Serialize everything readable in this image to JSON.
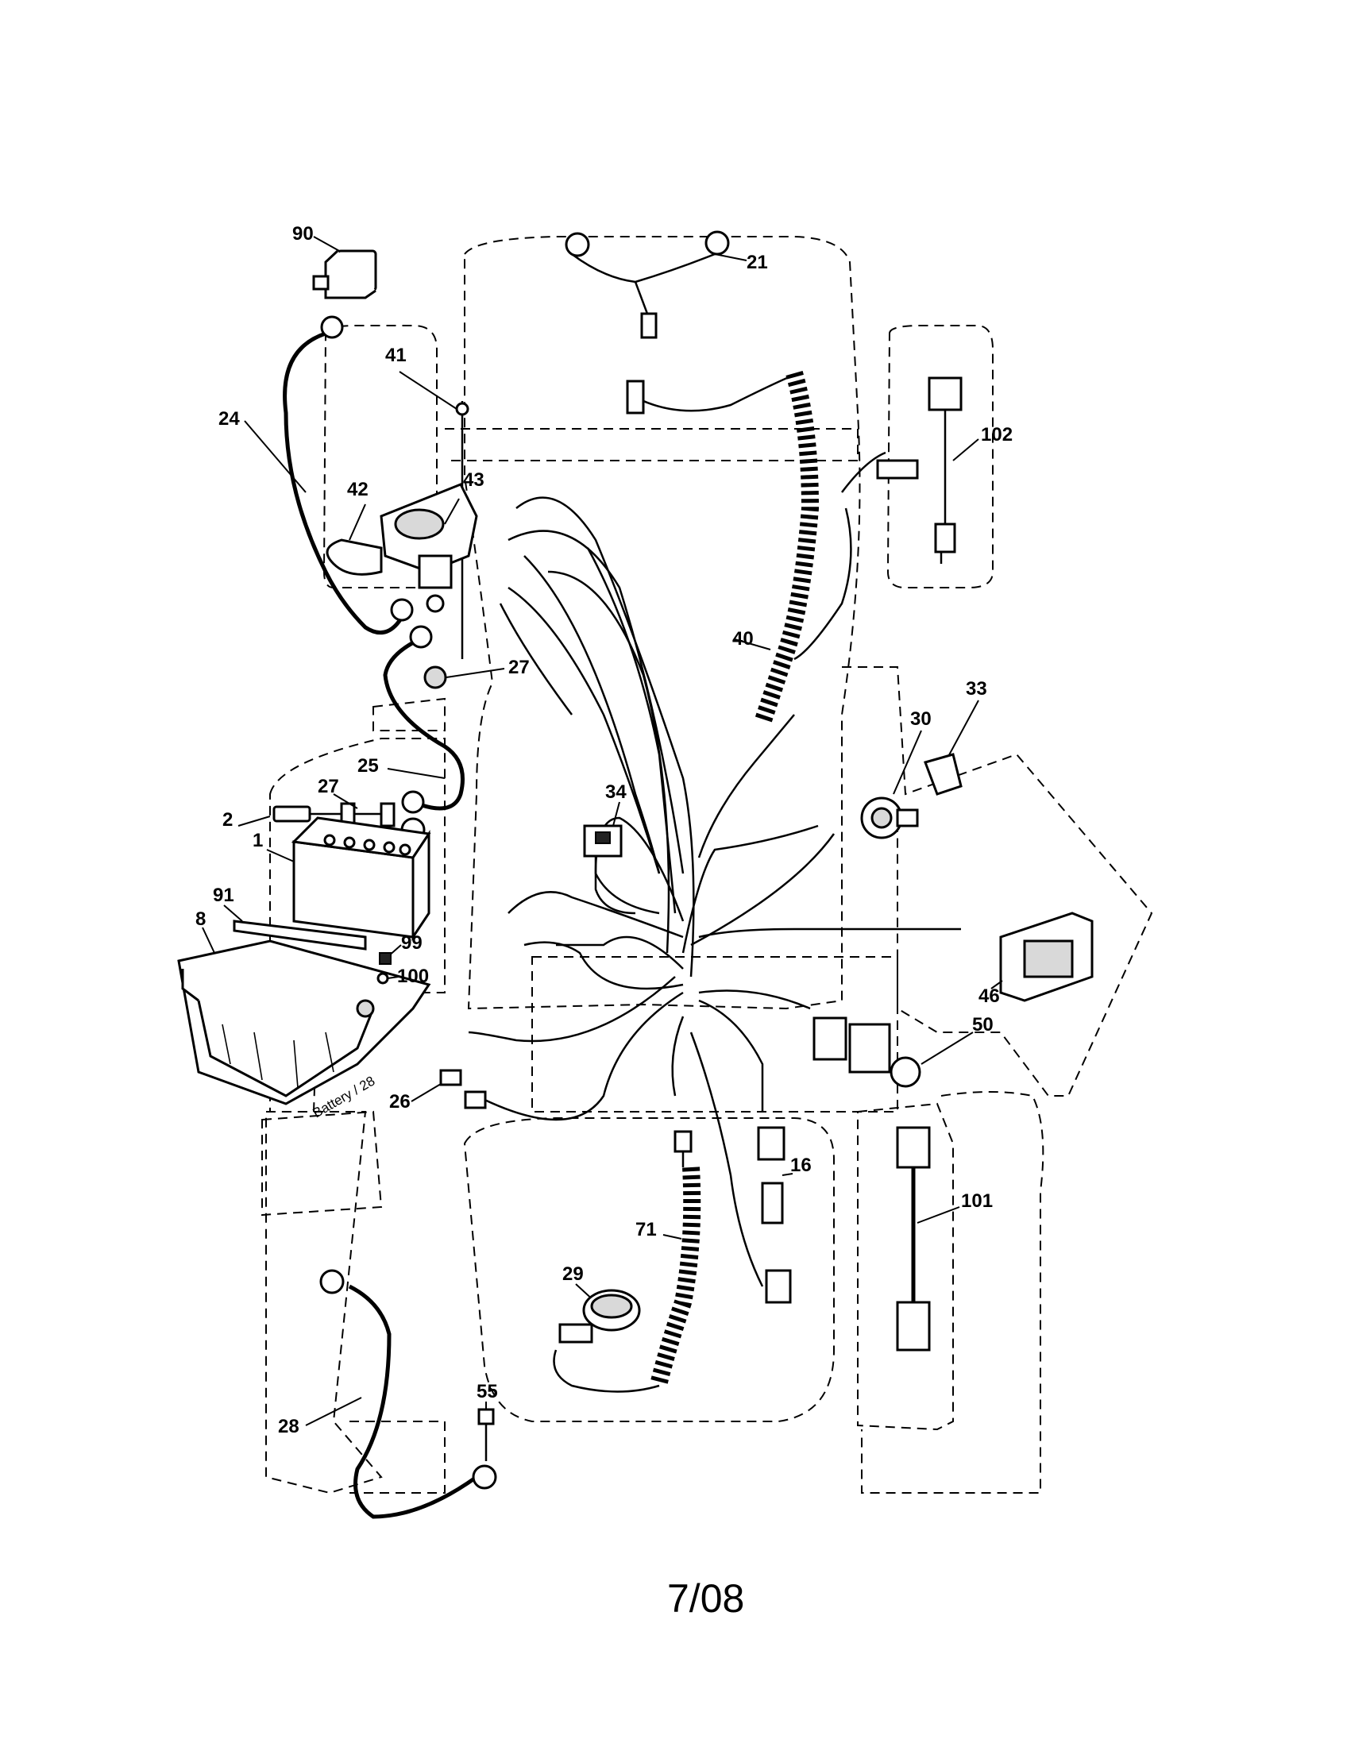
{
  "callouts": [
    {
      "id": "90",
      "label": "90"
    },
    {
      "id": "41",
      "label": "41"
    },
    {
      "id": "24",
      "label": "24"
    },
    {
      "id": "42",
      "label": "42"
    },
    {
      "id": "43",
      "label": "43"
    },
    {
      "id": "21",
      "label": "21"
    },
    {
      "id": "102",
      "label": "102"
    },
    {
      "id": "40",
      "label": "40"
    },
    {
      "id": "27a",
      "label": "27"
    },
    {
      "id": "33",
      "label": "33"
    },
    {
      "id": "30",
      "label": "30"
    },
    {
      "id": "25",
      "label": "25"
    },
    {
      "id": "27b",
      "label": "27"
    },
    {
      "id": "2",
      "label": "2"
    },
    {
      "id": "34",
      "label": "34"
    },
    {
      "id": "1",
      "label": "1"
    },
    {
      "id": "91",
      "label": "91"
    },
    {
      "id": "8",
      "label": "8"
    },
    {
      "id": "99",
      "label": "99"
    },
    {
      "id": "100",
      "label": "100"
    },
    {
      "id": "46",
      "label": "46"
    },
    {
      "id": "50",
      "label": "50"
    },
    {
      "id": "26",
      "label": "26"
    },
    {
      "id": "16",
      "label": "16"
    },
    {
      "id": "101",
      "label": "101"
    },
    {
      "id": "71",
      "label": "71"
    },
    {
      "id": "29",
      "label": "29"
    },
    {
      "id": "55",
      "label": "55"
    },
    {
      "id": "28",
      "label": "28"
    }
  ],
  "battery_tray_text": "Battery / 28",
  "footer": "7/08"
}
